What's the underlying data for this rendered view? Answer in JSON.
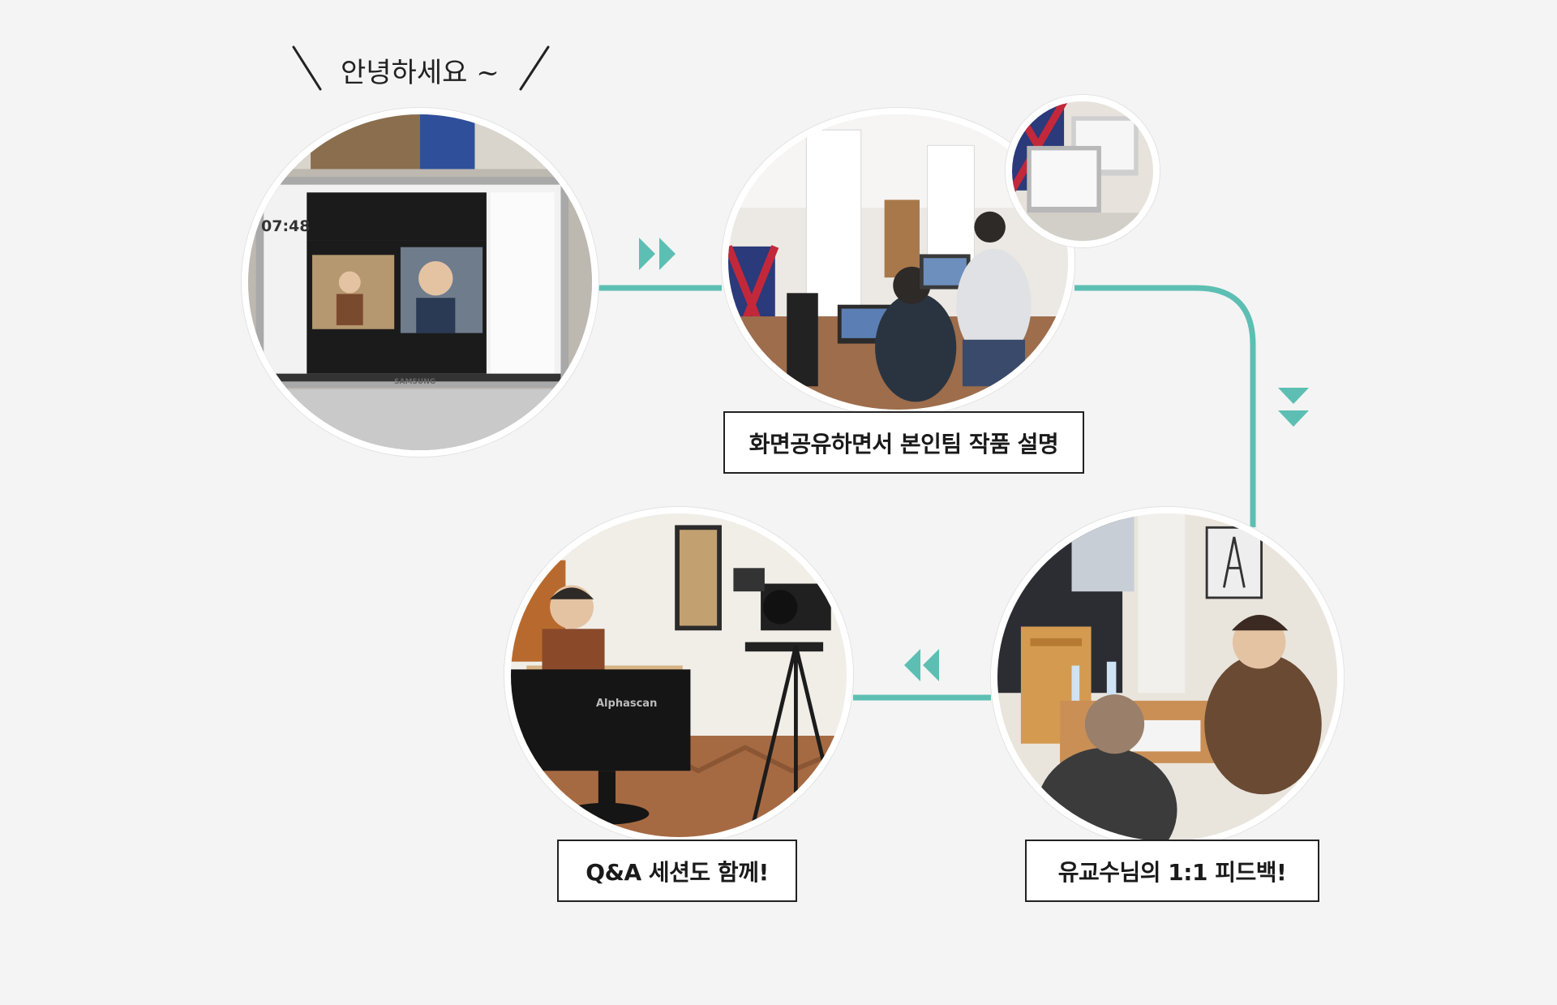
{
  "greeting": "안녕하세요 ~",
  "captions": {
    "step2": "화면공유하면서 본인팀 작품 설명",
    "step3": "유교수님의 1:1 피드백!",
    "step4": "Q&A 세션도 함께!"
  },
  "screen_texts": {
    "timer": "07:48",
    "laptop_brand": "SAMSUNG",
    "monitor_brand": "Alphascan"
  },
  "colors": {
    "accent": "#5dbfb3",
    "background": "#f4f4f4",
    "caption_border": "#222222"
  },
  "icons": {
    "forward": "double-chevron-right-icon",
    "down": "double-chevron-down-icon",
    "back": "double-chevron-left-icon"
  }
}
